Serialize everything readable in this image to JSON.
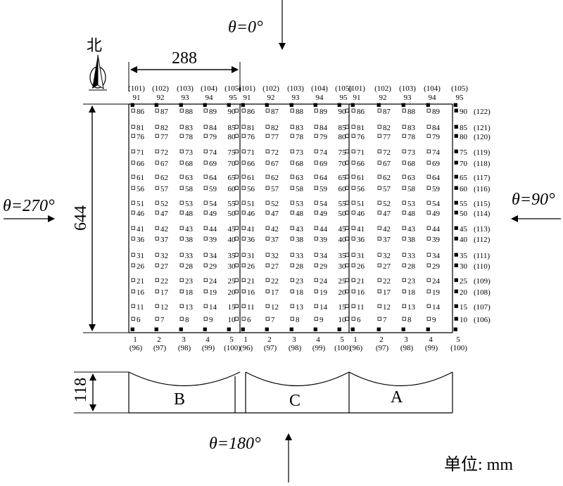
{
  "angles": {
    "top": "θ=0°",
    "right": "θ=90°",
    "bottom": "θ=180°",
    "left": "θ=270°"
  },
  "north_label": "北",
  "dimensions": {
    "width": "288",
    "height": "644",
    "curve_depth": "118"
  },
  "unit_label": "单位:   mm",
  "roof_labels": [
    "B",
    "C",
    "A"
  ],
  "panels": [
    {
      "name": "left",
      "top_numbers": [
        "91",
        "92",
        "93",
        "94",
        "95"
      ],
      "top_paren": [
        "(101)",
        "(102)",
        "(103)",
        "(104)",
        "(105)"
      ],
      "bottom_numbers": [
        "1",
        "2",
        "3",
        "4",
        "5"
      ],
      "bottom_paren": [
        "(96)",
        "(97)",
        "(98)",
        "(99)",
        "(100)"
      ]
    },
    {
      "name": "middle",
      "top_numbers": [
        "91",
        "92",
        "93",
        "94",
        "95"
      ],
      "top_paren": [
        "(101)",
        "(102)",
        "(103)",
        "(104)",
        "(105)"
      ],
      "bottom_numbers": [
        "1",
        "2",
        "3",
        "4",
        "5"
      ],
      "bottom_paren": [
        "(96)",
        "(97)",
        "(98)",
        "(99)",
        "(100)"
      ]
    },
    {
      "name": "right",
      "top_numbers": [
        "91",
        "92",
        "93",
        "94",
        "95"
      ],
      "top_paren": [
        "(101)",
        "(102)",
        "(103)",
        "(104)",
        "(105)"
      ],
      "bottom_numbers": [
        "1",
        "2",
        "3",
        "4",
        "5"
      ],
      "bottom_paren": [
        "(96)",
        "(97)",
        "(98)",
        "(99)",
        "(100)"
      ]
    }
  ],
  "tap_rows": [
    [
      "86",
      "87",
      "88",
      "89",
      "90"
    ],
    [
      "81",
      "82",
      "83",
      "84",
      "85"
    ],
    [
      "76",
      "77",
      "78",
      "79",
      "80"
    ],
    [
      "71",
      "72",
      "73",
      "74",
      "75"
    ],
    [
      "66",
      "67",
      "68",
      "69",
      "70"
    ],
    [
      "61",
      "62",
      "63",
      "64",
      "65"
    ],
    [
      "56",
      "57",
      "58",
      "59",
      "60"
    ],
    [
      "51",
      "52",
      "53",
      "54",
      "55"
    ],
    [
      "46",
      "47",
      "48",
      "49",
      "50"
    ],
    [
      "41",
      "42",
      "43",
      "44",
      "45"
    ],
    [
      "36",
      "37",
      "38",
      "39",
      "40"
    ],
    [
      "31",
      "32",
      "33",
      "34",
      "35"
    ],
    [
      "26",
      "27",
      "28",
      "29",
      "30"
    ],
    [
      "21",
      "22",
      "23",
      "24",
      "25"
    ],
    [
      "16",
      "17",
      "18",
      "19",
      "20"
    ],
    [
      "11",
      "12",
      "13",
      "14",
      "15"
    ],
    [
      "6",
      "7",
      "8",
      "9",
      "10"
    ]
  ],
  "right_paren_labels": [
    "(122)",
    "(121)",
    "(120)",
    "(119)",
    "(118)",
    "(117)",
    "(116)",
    "(115)",
    "(114)",
    "(113)",
    "(112)",
    "(111)",
    "(110)",
    "(109)",
    "(108)",
    "(107)",
    "(106)"
  ]
}
